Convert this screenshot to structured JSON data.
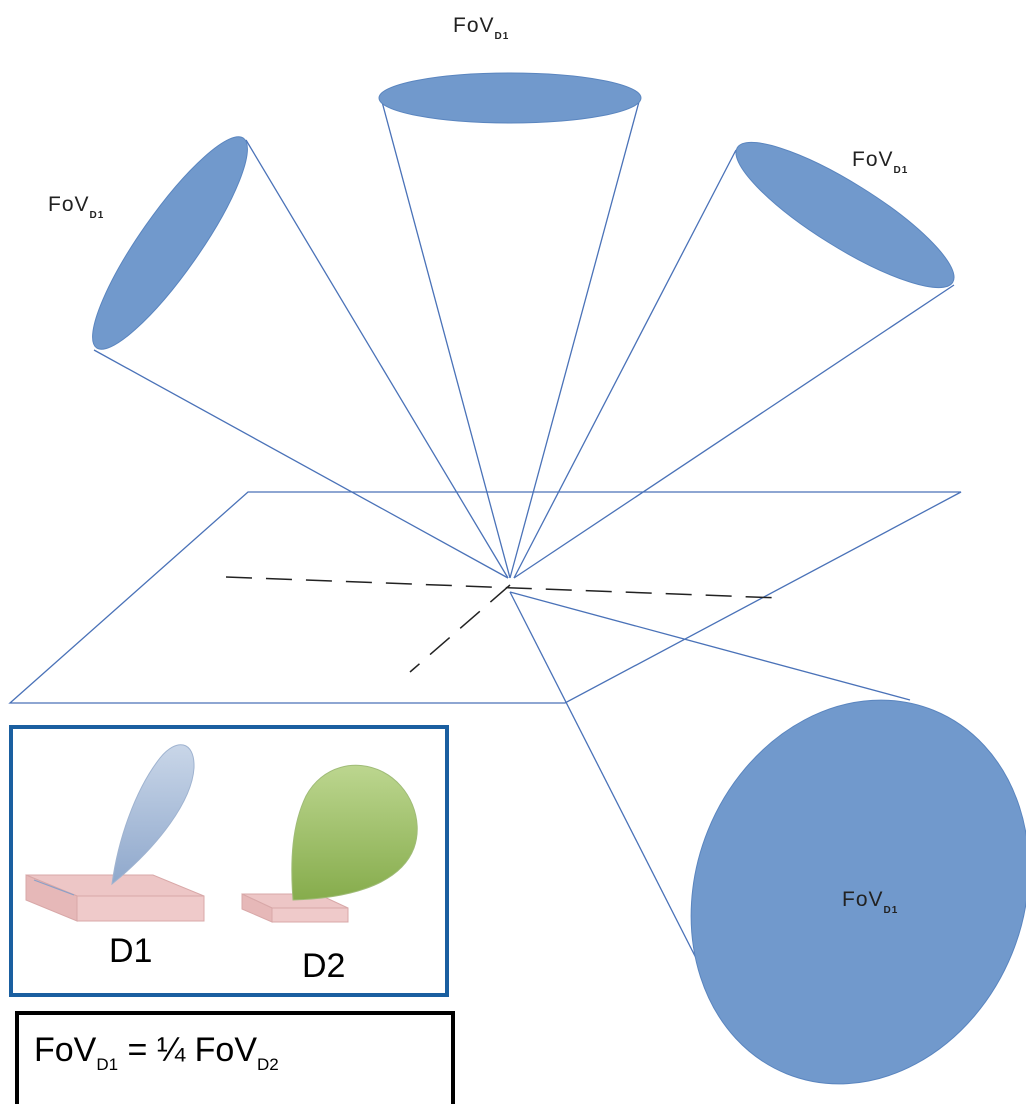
{
  "fov_labels": {
    "top": {
      "main": "FoV",
      "sub": "D1"
    },
    "left": {
      "main": "FoV",
      "sub": "D1"
    },
    "right": {
      "main": "FoV",
      "sub": "D1"
    },
    "bottom": {
      "main": "FoV",
      "sub": "D1"
    }
  },
  "devices": {
    "d1_label": "D1",
    "d2_label": "D2"
  },
  "equation": {
    "lhs_main": "FoV",
    "lhs_sub": "D1",
    "operator": " = ¼ FoV",
    "rhs_sub": "D2"
  },
  "colors": {
    "cone_fill": "#7199cc",
    "cone_stroke": "#5577aa",
    "line": "#4a72b8",
    "inset_border": "#1a5fa0",
    "device_base": "#e9c3c3",
    "lobe_d1": "#a9bdd8",
    "lobe_d2": "#a4c46e"
  }
}
